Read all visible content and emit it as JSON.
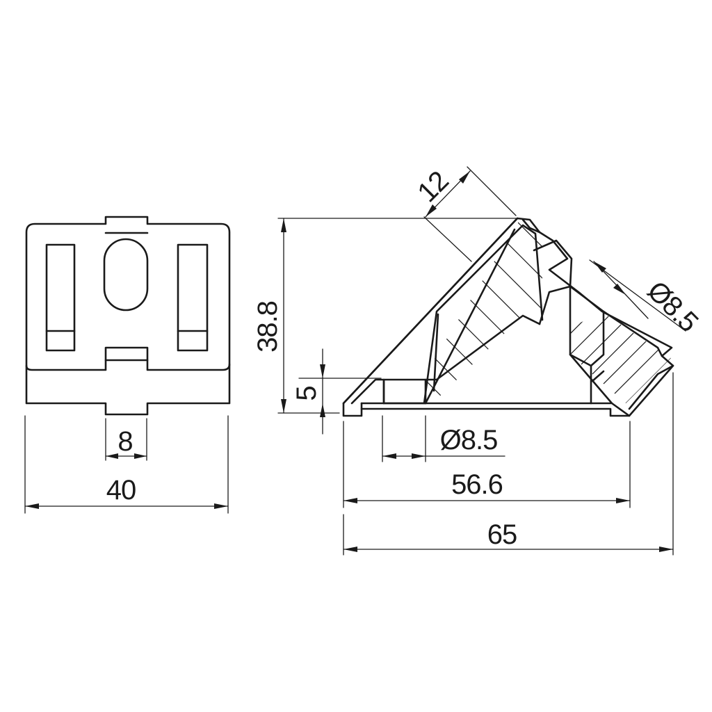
{
  "dimensions": {
    "width_40": "40",
    "width_8": "8",
    "height_38_8": "38.8",
    "height_5": "5",
    "hole_bottom": "Ø8.5",
    "hole_diag": "Ø8.5",
    "base_56_6": "56.6",
    "overall_65": "65",
    "diag_12": "12"
  },
  "colors": {
    "line": "#1a1a1a",
    "background": "#ffffff"
  }
}
